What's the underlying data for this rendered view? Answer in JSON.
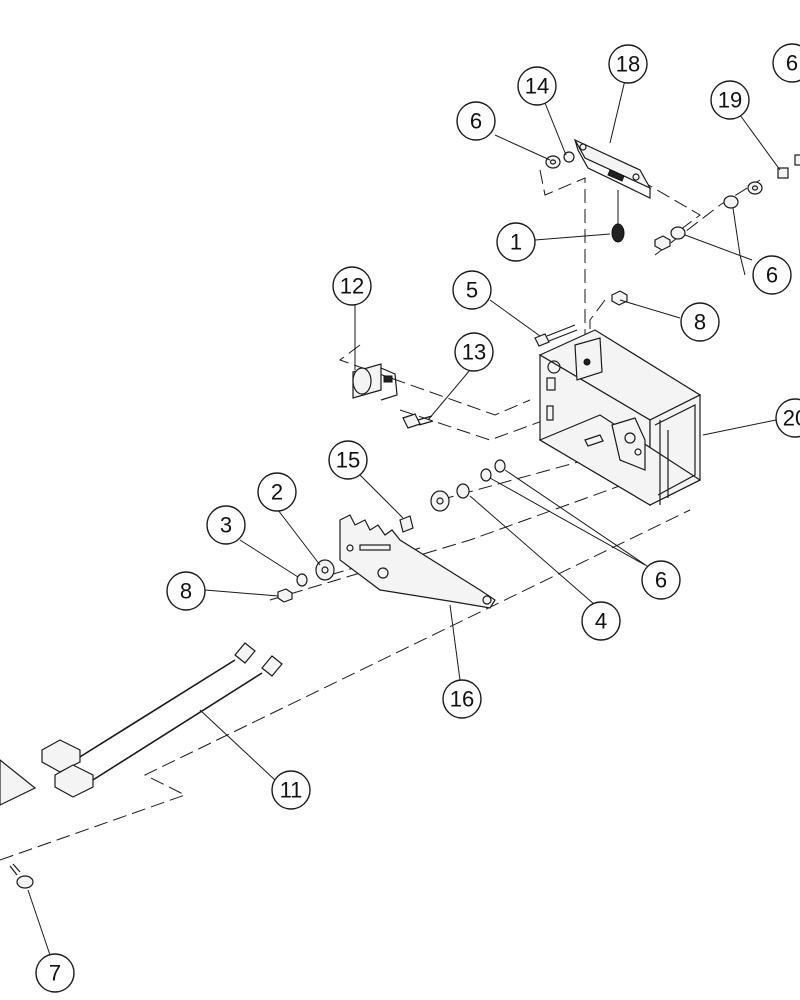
{
  "callouts": [
    {
      "id": "c-1",
      "label": "1"
    },
    {
      "id": "c-2",
      "label": "2"
    },
    {
      "id": "c-3",
      "label": "3"
    },
    {
      "id": "c-4",
      "label": "4"
    },
    {
      "id": "c-5",
      "label": "5"
    },
    {
      "id": "c-6a",
      "label": "6"
    },
    {
      "id": "c-6b",
      "label": "6"
    },
    {
      "id": "c-6c",
      "label": "6"
    },
    {
      "id": "c-6d",
      "label": "6"
    },
    {
      "id": "c-7",
      "label": "7"
    },
    {
      "id": "c-8a",
      "label": "8"
    },
    {
      "id": "c-8b",
      "label": "8"
    },
    {
      "id": "c-11",
      "label": "11"
    },
    {
      "id": "c-12",
      "label": "12"
    },
    {
      "id": "c-13",
      "label": "13"
    },
    {
      "id": "c-14",
      "label": "14"
    },
    {
      "id": "c-15",
      "label": "15"
    },
    {
      "id": "c-16",
      "label": "16"
    },
    {
      "id": "c-18",
      "label": "18"
    },
    {
      "id": "c-19",
      "label": "19"
    },
    {
      "id": "c-20",
      "label": "20"
    }
  ]
}
